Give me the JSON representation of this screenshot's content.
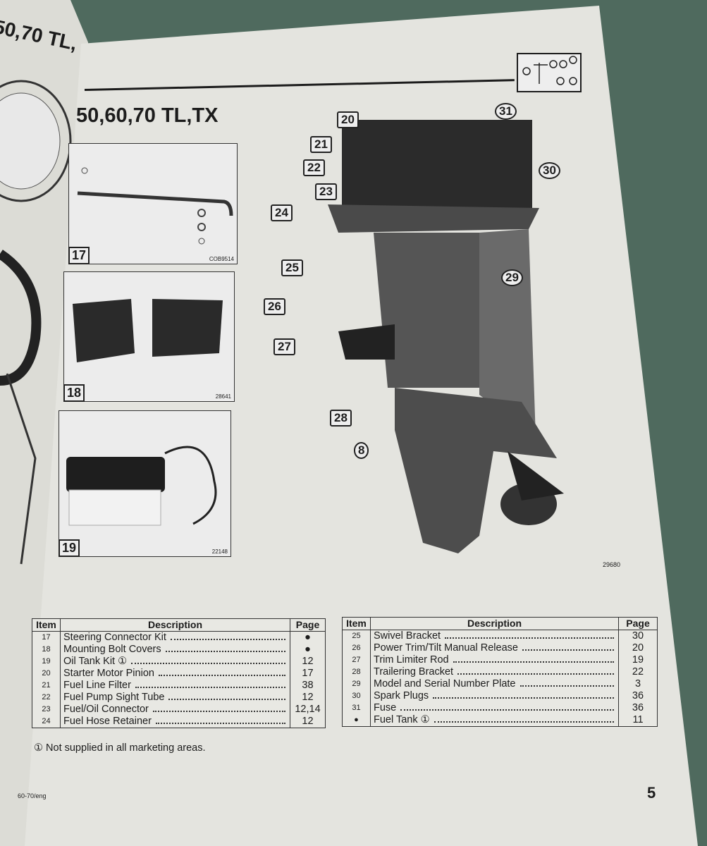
{
  "left_page": {
    "title_fragment": "50,70 TL,"
  },
  "page": {
    "title": "50,60,70 TL,TX",
    "footer": "60-70/eng",
    "page_number": "5",
    "footnote": "① Not supplied in all marketing areas."
  },
  "figures": [
    {
      "number": "17",
      "code": "COB9514"
    },
    {
      "number": "18",
      "code": "28641"
    },
    {
      "number": "19",
      "code": "22148"
    }
  ],
  "main_figure": {
    "code": "29680",
    "callouts": [
      "20",
      "31",
      "21",
      "22",
      "23",
      "24",
      "30",
      "25",
      "29",
      "26",
      "27",
      "28",
      "8"
    ]
  },
  "tables": {
    "headers": {
      "item": "Item",
      "description": "Description",
      "page": "Page"
    },
    "left": [
      {
        "item": "17",
        "description": "Steering Connector Kit",
        "page": "●"
      },
      {
        "item": "18",
        "description": "Mounting Bolt Covers",
        "page": "●"
      },
      {
        "item": "19",
        "description": "Oil Tank Kit ①",
        "page": "12"
      },
      {
        "item": "20",
        "description": "Starter Motor Pinion",
        "page": "17"
      },
      {
        "item": "21",
        "description": "Fuel Line Filter",
        "page": "38"
      },
      {
        "item": "22",
        "description": "Fuel Pump Sight Tube",
        "page": "12"
      },
      {
        "item": "23",
        "description": "Fuel/Oil Connector",
        "page": "12,14"
      },
      {
        "item": "24",
        "description": "Fuel Hose Retainer",
        "page": "12"
      }
    ],
    "right": [
      {
        "item": "25",
        "description": "Swivel Bracket",
        "page": "30"
      },
      {
        "item": "26",
        "description": "Power Trim/Tilt Manual Release",
        "page": "20"
      },
      {
        "item": "27",
        "description": "Trim Limiter Rod",
        "page": "19"
      },
      {
        "item": "28",
        "description": "Trailering Bracket",
        "page": "22"
      },
      {
        "item": "29",
        "description": "Model and Serial Number Plate",
        "page": "3"
      },
      {
        "item": "30",
        "description": "Spark Plugs",
        "page": "36"
      },
      {
        "item": "31",
        "description": "Fuse",
        "page": "36"
      },
      {
        "item": "●",
        "description": "Fuel Tank ①",
        "page": "11"
      }
    ]
  }
}
